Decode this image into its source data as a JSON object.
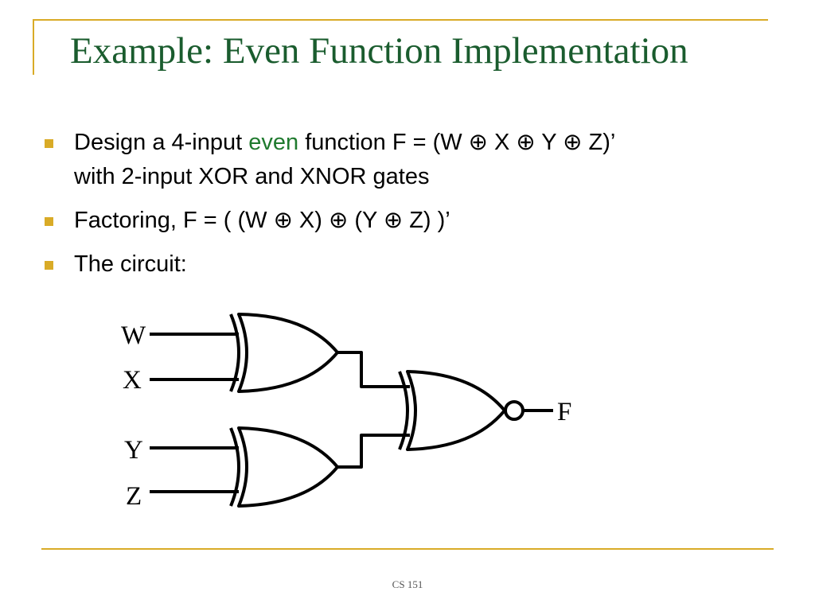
{
  "slide": {
    "title": "Example: Even Function Implementation",
    "bullets": [
      {
        "line1_pre": "Design a 4-input ",
        "line1_highlight": "even",
        "line1_post": " function  F = (W ⊕ X ⊕ Y ⊕ Z)’",
        "line2": "with 2-input XOR  and XNOR gates"
      },
      {
        "text": "Factoring,  F = (  (W ⊕ X) ⊕  (Y ⊕ Z)   )’"
      },
      {
        "text": "The circuit:"
      }
    ]
  },
  "circuit": {
    "inputs": [
      "W",
      "X",
      "Y",
      "Z"
    ],
    "output": "F",
    "gates": [
      "XOR",
      "XOR",
      "XNOR"
    ]
  },
  "footer": {
    "text": "CS 151"
  },
  "colors": {
    "accent": "#d9ab27",
    "title": "#1a5c2e",
    "highlight": "#1f7a2e"
  }
}
